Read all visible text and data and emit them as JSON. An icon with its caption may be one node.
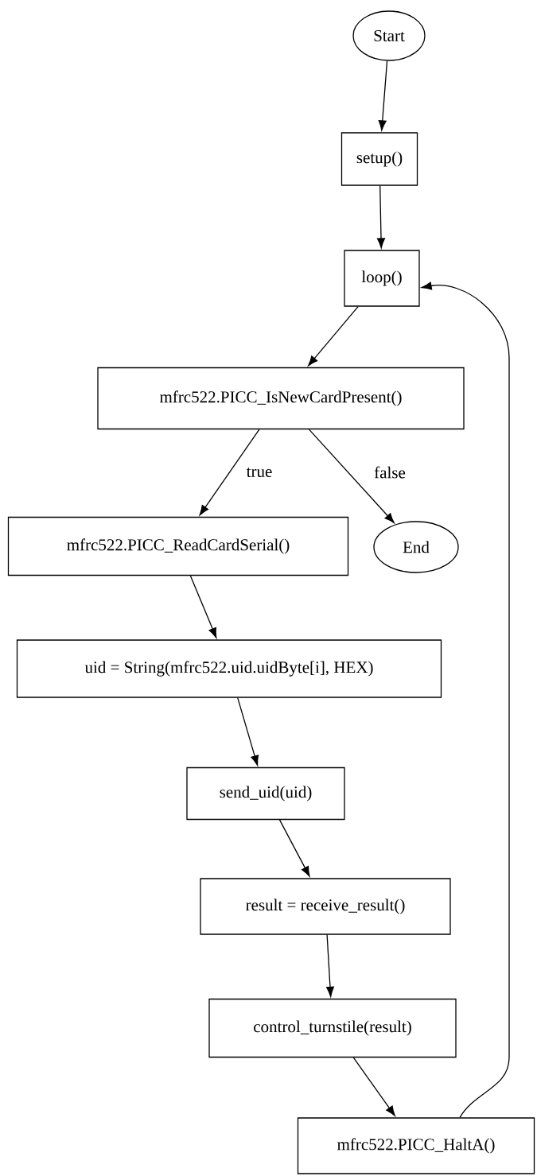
{
  "diagram": {
    "nodes": [
      {
        "text": [
          "Start"
        ]
      },
      {
        "text": [
          "setup()"
        ]
      },
      {
        "text": [
          "loop()"
        ]
      },
      {
        "text": [
          "mfrc522.PICC_IsNewCardPresent()"
        ]
      },
      {
        "text": [
          "mfrc522.PICC_ReadCardSerial()"
        ]
      },
      {
        "text": [
          "End"
        ]
      },
      {
        "text": [
          "uid = String(mfrc522.uid.uidByte[i], HEX)"
        ]
      },
      {
        "text": [
          "send_uid(uid)"
        ]
      },
      {
        "text": [
          "result = receive_result()"
        ]
      },
      {
        "text": [
          "control_turnstile(result)"
        ]
      },
      {
        "text": [
          "mfrc522.PICC_HaltA()"
        ]
      }
    ],
    "edges": [
      {
        "from": 0,
        "to": 1,
        "arrow": "to"
      },
      {
        "from": 1,
        "to": 2,
        "arrow": "to"
      },
      {
        "from": 2,
        "to": 3,
        "arrow": "to"
      },
      {
        "from": 3,
        "to": 4,
        "arrow": "to",
        "label": "true"
      },
      {
        "from": 3,
        "to": 5,
        "arrow": "to",
        "label": "false"
      },
      {
        "from": 4,
        "to": 6,
        "arrow": "to"
      },
      {
        "from": 6,
        "to": 7,
        "arrow": "to"
      },
      {
        "from": 7,
        "to": 8,
        "arrow": "to"
      },
      {
        "from": 8,
        "to": 9,
        "arrow": "to"
      },
      {
        "from": 9,
        "to": 10,
        "arrow": "to"
      },
      {
        "from": 10,
        "to": 2,
        "arrow": "to"
      }
    ]
  }
}
